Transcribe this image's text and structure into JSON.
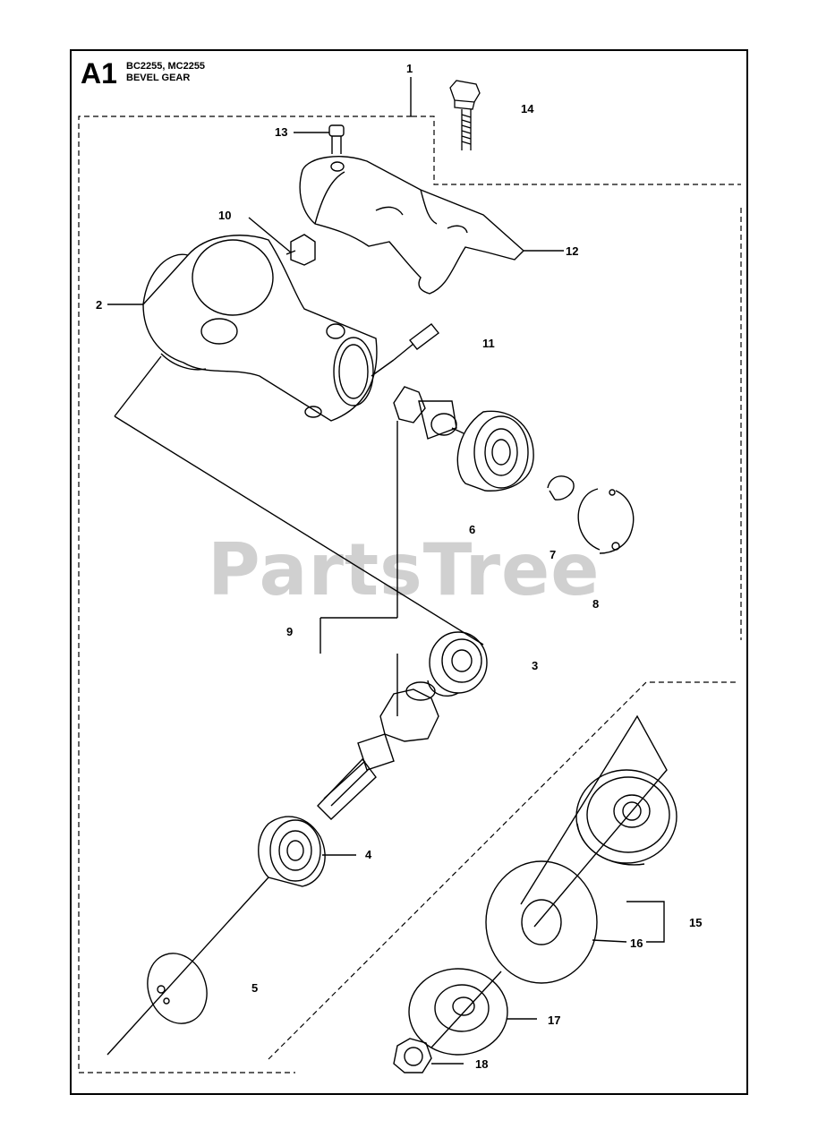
{
  "header": {
    "section": "A1",
    "models": "BC2255, MC2255",
    "title": "BEVEL GEAR"
  },
  "watermark": "PartsTree",
  "callouts": {
    "c1": "1",
    "c2": "2",
    "c3": "3",
    "c4": "4",
    "c5": "5",
    "c6": "6",
    "c7": "7",
    "c8": "8",
    "c9": "9",
    "c10": "10",
    "c11": "11",
    "c12": "12",
    "c13": "13",
    "c14": "14",
    "c15": "15",
    "c16": "16",
    "c17": "17",
    "c18": "18"
  }
}
